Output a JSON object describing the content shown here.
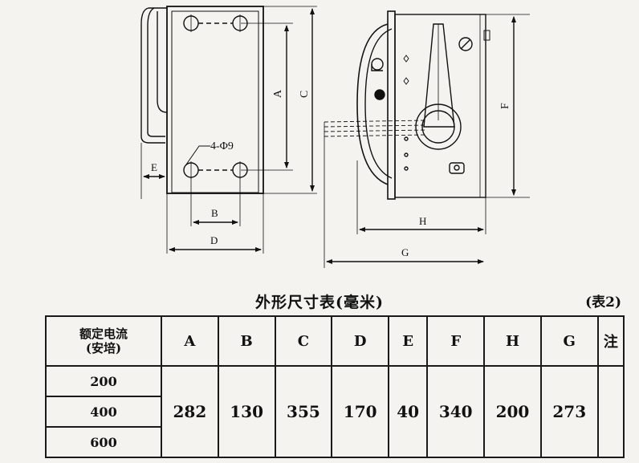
{
  "drawing": {
    "labels": {
      "A": "A",
      "B": "B",
      "C": "C",
      "D": "D",
      "E": "E",
      "F": "F",
      "G": "G",
      "H": "H",
      "holes": "4-Φ9"
    }
  },
  "table": {
    "title": "外形尺寸表(毫米)",
    "note": "(表2)",
    "header_current_line1": "额定电流",
    "header_current_line2": "(安培)",
    "columns": [
      "A",
      "B",
      "C",
      "D",
      "E",
      "F",
      "H",
      "G",
      "注"
    ],
    "currents": [
      "200",
      "400",
      "600"
    ],
    "values": [
      "282",
      "130",
      "355",
      "170",
      "40",
      "340",
      "200",
      "273",
      ""
    ]
  }
}
